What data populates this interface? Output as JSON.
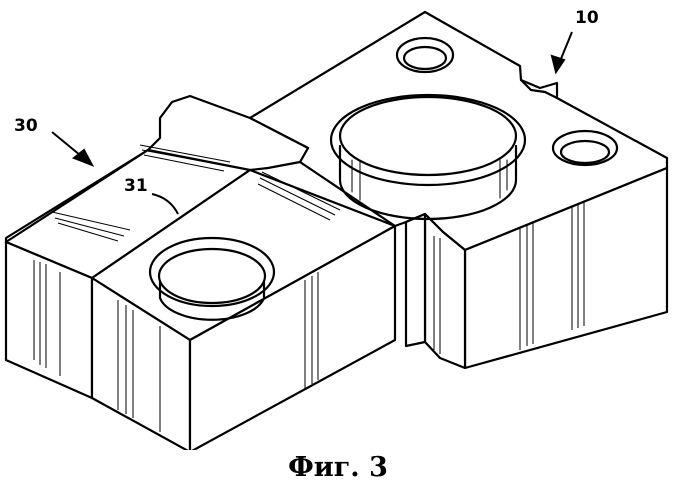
{
  "figure": {
    "caption": "Фиг. 3",
    "labels": {
      "part_10": "10",
      "part_30": "30",
      "part_31": "31"
    }
  }
}
